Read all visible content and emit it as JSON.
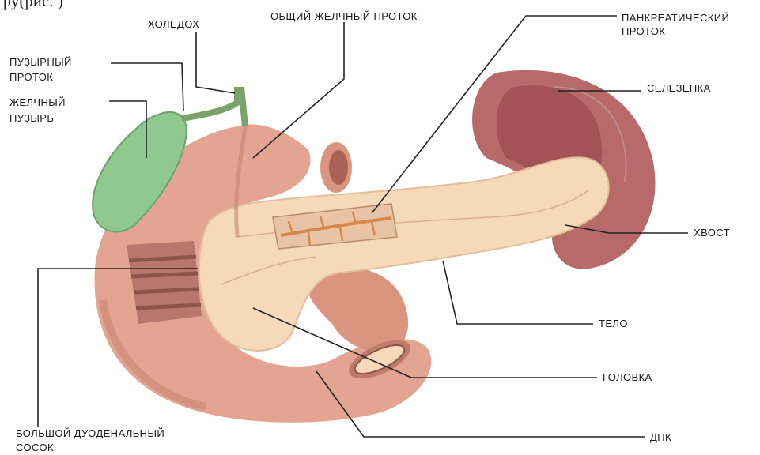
{
  "labels": {
    "top_fragment": "ру(рис. )",
    "choledoch": "ХОЛЕДОХ",
    "common_bile_duct": "ОБЩИЙ ЖЕЛЧНЫЙ ПРОТОК",
    "pancreatic_duct_1": "ПАНКРЕАТИЧЕСКИЙ",
    "pancreatic_duct_2": "ПРОТОК",
    "cystic_duct_1": "ПУЗЫРНЫЙ",
    "cystic_duct_2": "ПРОТОК",
    "gallbladder_1": "ЖЕЛЧНЫЙ",
    "gallbladder_2": "ПУЗЫРЬ",
    "spleen": "СЕЛЕЗЕНКА",
    "tail": "ХВОСТ",
    "body": "ТЕЛО",
    "head": "ГОЛОВКА",
    "duodenum": "ДПК",
    "papilla_1": "БОЛЬШОЙ ДУОДЕНАЛЬНЫЙ",
    "papilla_2": "СОСОК"
  },
  "colors": {
    "duodenum": "#e3a592",
    "duodenum_shade": "#c98672",
    "pancreas": "#f6d9b8",
    "pancreas_line": "#d9b08f",
    "gallbladder": "#8fc98f",
    "spleen": "#b86a6a",
    "spleen_dark": "#9a4a4e",
    "duct": "#d6874a",
    "bile_duct": "#7aa36a"
  }
}
